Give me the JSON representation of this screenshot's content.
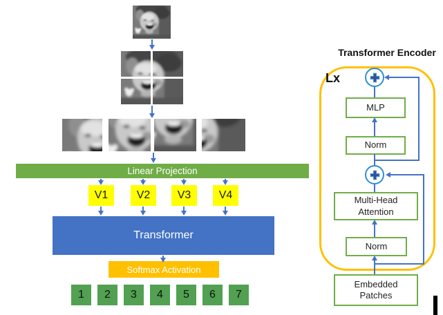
{
  "pipeline": {
    "linear_projection_label": "Linear Projection",
    "tokens": [
      "V1",
      "V2",
      "V3",
      "V4"
    ],
    "transformer_label": "Transformer",
    "softmax_label": "Softmax Activation",
    "class_labels": [
      "1",
      "2",
      "3",
      "4",
      "5",
      "6",
      "7"
    ]
  },
  "encoder": {
    "title": "Transformer Encoder",
    "repeat_label": "Lx",
    "mlp_label": "MLP",
    "norm_top_label": "Norm",
    "norm_bottom_label": "Norm",
    "mha_label_lines": [
      "Multi-Head",
      "Attention"
    ],
    "embedded_label_lines": [
      "Embedded",
      "Patches"
    ],
    "add_icon": "+"
  },
  "colors": {
    "projection_green": "#70AD47",
    "token_yellow": "#FFFF00",
    "transformer_blue": "#4472C4",
    "softmax_orange": "#FFC000",
    "encoder_frame_orange": "#FFC000",
    "class_green": "#52A052",
    "encoder_box_border_green": "#70AD47",
    "arrow_blue": "#4472C4",
    "add_circle_blue": "#2E8FD0",
    "add_plus_blue": "#2F5597"
  }
}
